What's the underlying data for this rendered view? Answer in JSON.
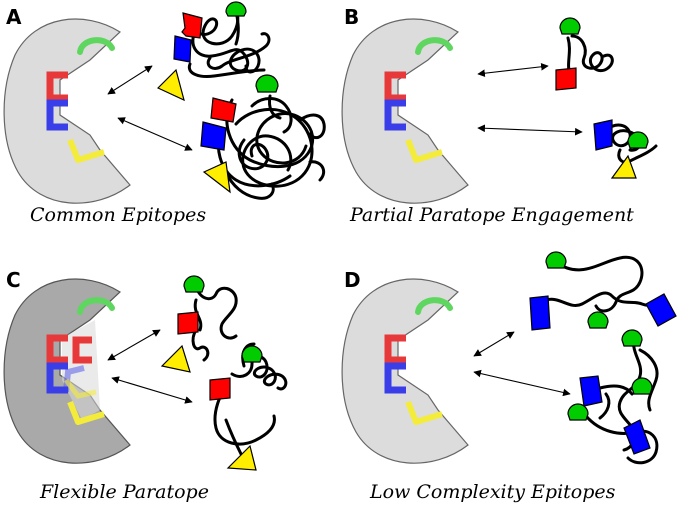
{
  "panels": [
    {
      "letter": "A",
      "caption": "Common Epitopes"
    },
    {
      "letter": "B",
      "caption": "Partial Paratope Engagement"
    },
    {
      "letter": "C",
      "caption": "Flexible Paratope"
    },
    {
      "letter": "D",
      "caption": "Low Complexity Epitopes"
    }
  ],
  "colors": {
    "antibody_body": "#dcdcdc",
    "antibody_body_flexible": "#a9a9a9",
    "paratope_red": "#e8393a",
    "paratope_blue": "#3a3ee8",
    "paratope_green": "#5fd65f",
    "paratope_yellow": "#f4ec3a",
    "epitope_red": "#ff0000",
    "epitope_blue": "#0000ff",
    "epitope_green": "#00cc00",
    "epitope_yellow": "#ffee00"
  }
}
